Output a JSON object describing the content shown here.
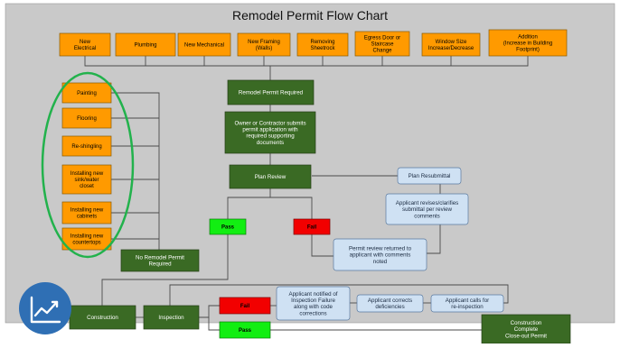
{
  "title": "Remodel Permit Flow Chart",
  "colors": {
    "background": "#c9c9c9",
    "orange": "#ff9a00",
    "dark_green": "#3a6a24",
    "bright_green": "#12ee12",
    "red": "#f20000",
    "light_blue": "#cfe1f3",
    "highlight_ellipse": "#22b24c",
    "icon_circle": "#2f6fb4"
  },
  "icon": "trending-up-chart-icon",
  "nodes": {
    "new_electrical": "New\nElectrical",
    "plumbing": "Plumbing",
    "new_mechanical": "New Mechanical",
    "new_framing": "New Framing\n(Walls)",
    "removing_sheetrock": "Removing\nSheetrock",
    "egress": "Egress Door or\nStaircase\nChange",
    "window_size": "Window Size\nIncrease/Decrease",
    "addition": "Addition\n(Increase in Building\nFootprint)",
    "painting": "Painting",
    "flooring": "Flooring",
    "reshingling": "Re-shingling",
    "sink": "Installing new\nsink/water\ncloset",
    "cabinets": "Installing new\ncabinets",
    "countertops": "Installing new\ncountertops",
    "no_permit": "No Remodel Permit\nRequired",
    "permit_required": "Remodel Permit Required",
    "submit": "Owner or Contractor submits\npermit application with\nrequired supporting\ndocuments",
    "plan_review": "Plan Review",
    "pass1": "Pass",
    "fail1": "Fail",
    "plan_resubmittal": "Plan Resubmittal",
    "revises": "Applicant revises/clarifies\nsubmittal per review\ncomments",
    "returned": "Permit review returned to\napplicant with comments\nnoted",
    "construction": "Construction",
    "inspection": "Inspection",
    "fail2": "Fail",
    "pass2": "Pass",
    "notified": "Applicant notified of\nInspection Failure\nalong with code\ncorrections",
    "corrects": "Applicant corrects\ndeficiencies",
    "calls": "Applicant calls for\nre-inspection",
    "complete": "Construction\nComplete\nClose-out Permit"
  }
}
